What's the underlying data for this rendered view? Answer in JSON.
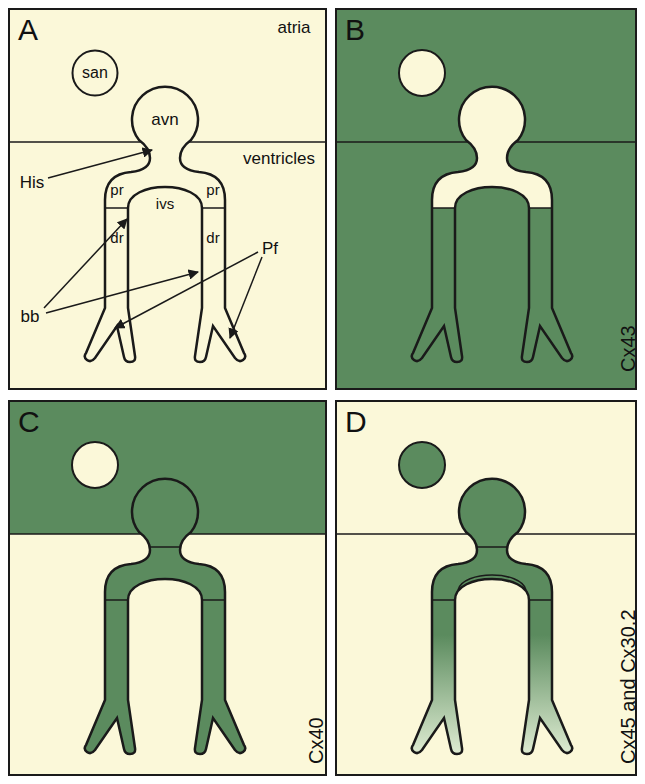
{
  "diagram": {
    "nodes": [
      {
        "text": [
          "A"
        ]
      },
      {
        "text": [
          "san"
        ],
        "in": 0
      },
      {
        "text": [
          "B",
          "Cx43"
        ]
      },
      {
        "text": [
          "C",
          "Cx40"
        ]
      },
      {
        "text": [
          "D",
          "Cx45 and Cx30.2"
        ]
      }
    ],
    "labels": [
      "atria",
      "avn",
      "ventricles",
      "His",
      "pr",
      "pr",
      "ivs",
      "dr",
      "dr",
      "bb",
      "Pf"
    ]
  }
}
